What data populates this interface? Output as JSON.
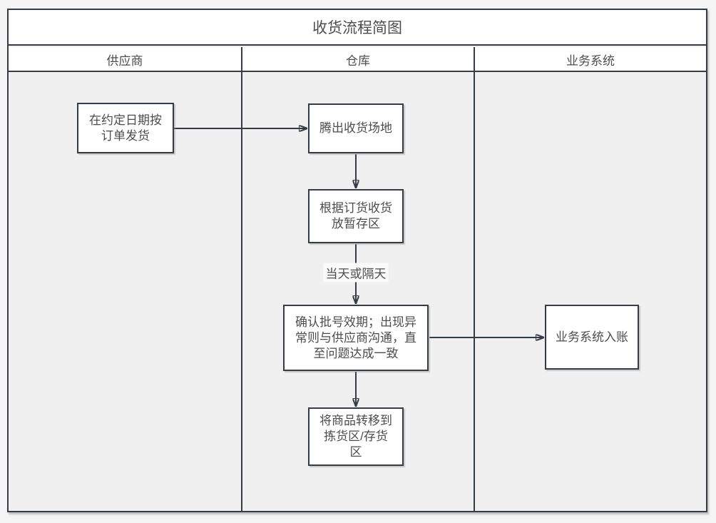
{
  "colors": {
    "ink": "#343c46",
    "canvas-bg": "#f5f5f5",
    "lane-bg": "#f0f0f0",
    "cell-bg": "#ffffff",
    "text": "#4d4d4d",
    "label-bg": "#fafafa"
  },
  "diagram": {
    "title": "收货流程简图",
    "lanes": [
      {
        "label": "供应商"
      },
      {
        "label": "仓库"
      },
      {
        "label": "业务系统"
      }
    ],
    "nodes": {
      "ship_on_date": {
        "label": "在约定日期按\n订单发货"
      },
      "clear_site": {
        "label": "腾出收货场地"
      },
      "receive_to_staging": {
        "label": "根据订货收货\n放暂存区"
      },
      "confirm_batch": {
        "label": "确认批号效期；出现异\n常则与供应商沟通，直\n至问题达成一致"
      },
      "move_to_picking": {
        "label": "将商品转移到\n拣货区/存货\n区"
      },
      "system_entry": {
        "label": "业务系统入账"
      }
    },
    "edges": [
      {
        "from": "ship_on_date",
        "to": "clear_site",
        "label": ""
      },
      {
        "from": "clear_site",
        "to": "receive_to_staging",
        "label": ""
      },
      {
        "from": "receive_to_staging",
        "to": "confirm_batch",
        "label": "当天或隔天"
      },
      {
        "from": "confirm_batch",
        "to": "move_to_picking",
        "label": ""
      },
      {
        "from": "confirm_batch",
        "to": "system_entry",
        "label": ""
      }
    ]
  }
}
